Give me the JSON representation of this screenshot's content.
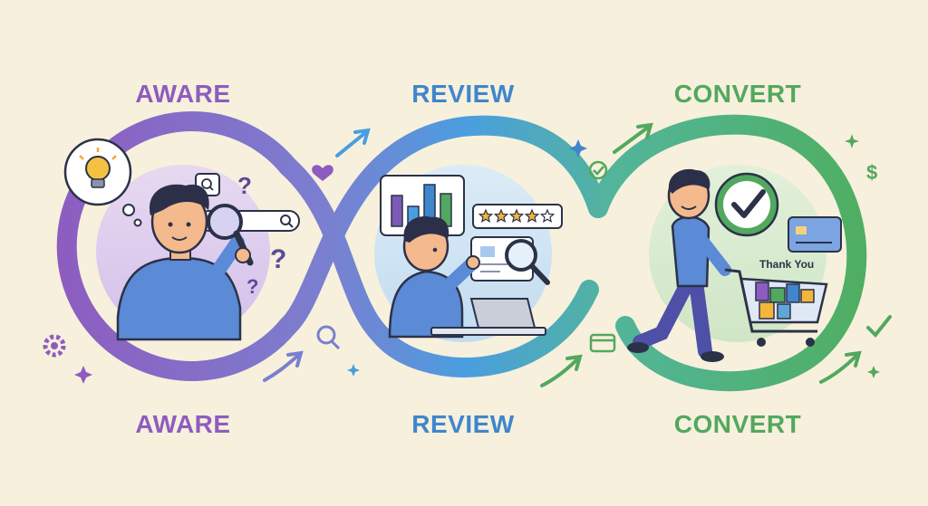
{
  "stages": [
    {
      "id": "aware",
      "title_top": "AWARE",
      "title_bottom": "AWARE",
      "color": "#8e5cc0"
    },
    {
      "id": "review",
      "title_top": "REVIEW",
      "title_bottom": "REVIEW",
      "color": "#3f86cc",
      "rating_stars": 4,
      "rating_max": 5
    },
    {
      "id": "convert",
      "title_top": "CONVERT",
      "title_bottom": "CONVERT",
      "color": "#52a85e",
      "receipt_text": "Thank You"
    }
  ],
  "colors": {
    "background": "#f7f0dc",
    "aware": "#8e5cc0",
    "review": "#3f86cc",
    "convert": "#52a85e",
    "outline": "#2b3248",
    "shirt": "#5b8ad6",
    "skin": "#f4b98d",
    "hair": "#2c2f48",
    "star": "#f3b63a"
  },
  "icons": [
    "lightbulb-icon",
    "question-mark-icon",
    "magnifier-icon",
    "search-bar-icon",
    "gear-icon",
    "sparkle-icon",
    "heart-icon",
    "arrow-icon",
    "bar-chart-icon",
    "star-rating-icon",
    "laptop-icon",
    "check-circle-icon",
    "credit-card-icon",
    "shopping-cart-icon",
    "dollar-icon",
    "checkmark-icon"
  ]
}
